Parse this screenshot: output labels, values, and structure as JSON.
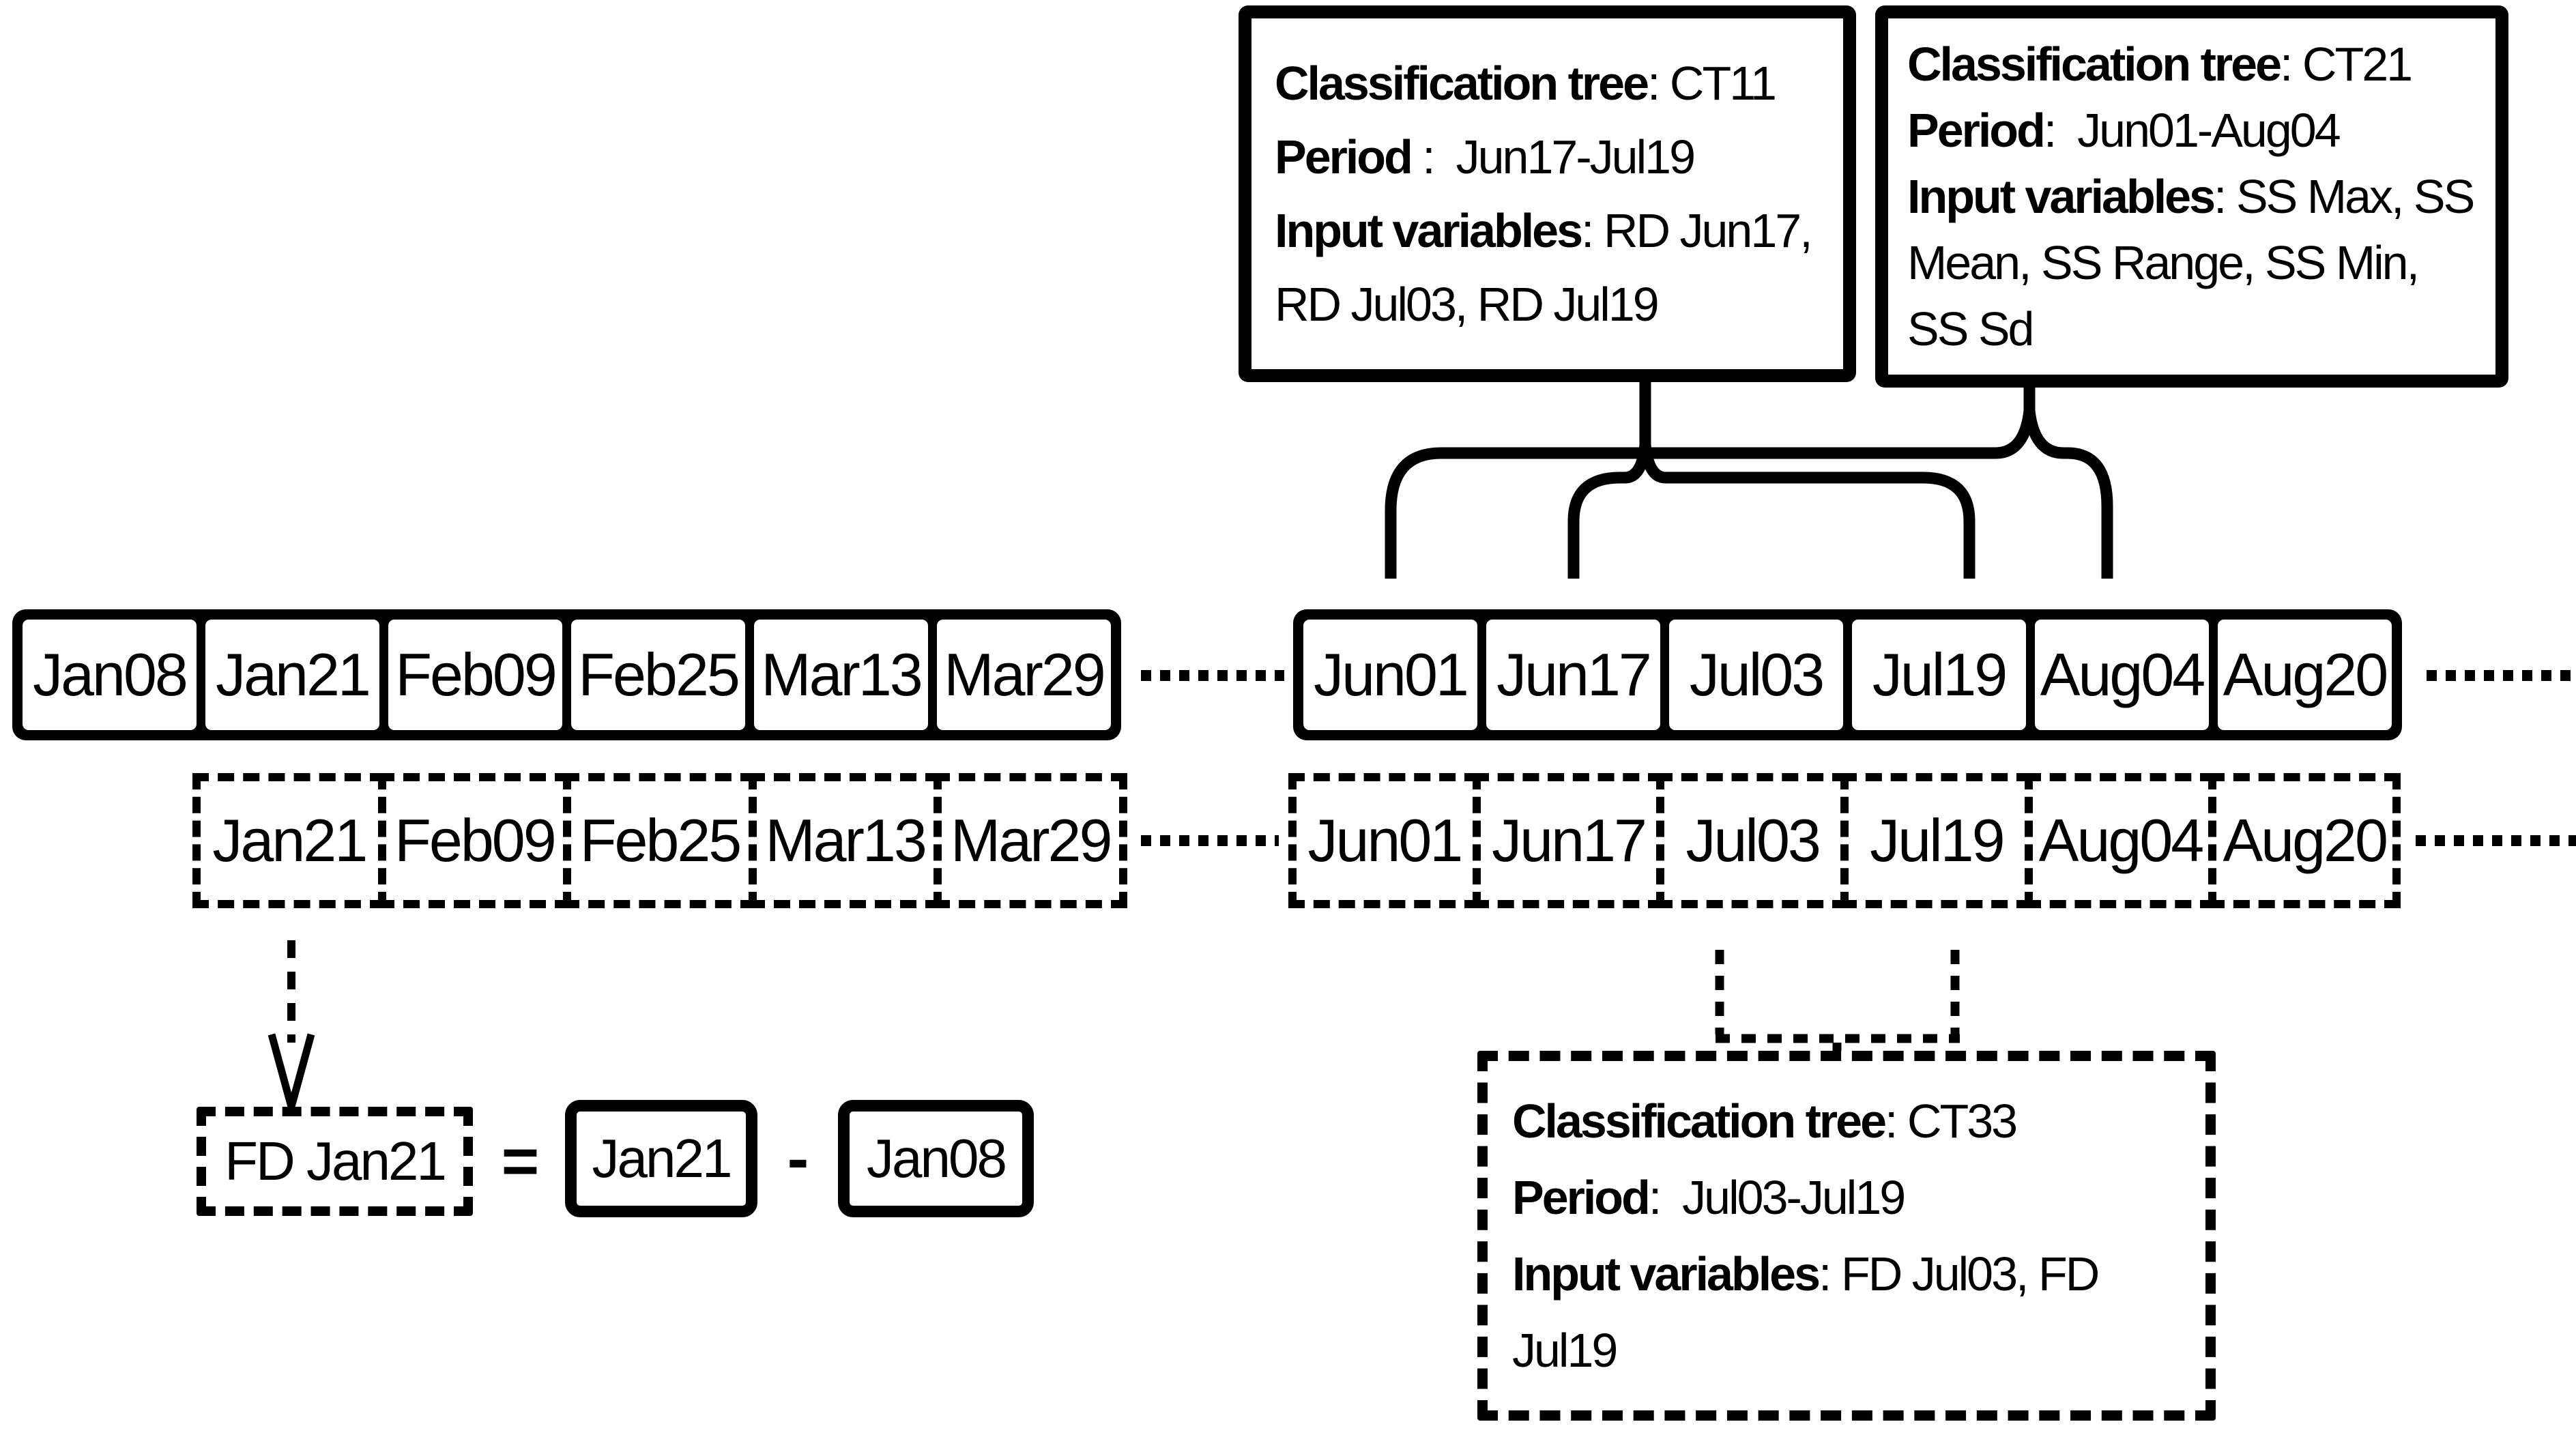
{
  "colors": {
    "ink": "#000000",
    "background": "#ffffff"
  },
  "boxes": {
    "ct11": {
      "rows": [
        {
          "label": "Classification tree",
          "value": ": CT11"
        },
        {
          "label": "Period",
          "value": " :  Jun17-Jul19"
        },
        {
          "label": "Input variables",
          "value": ": RD Jun17, RD Jul03, RD Jul19"
        }
      ]
    },
    "ct21": {
      "rows": [
        {
          "label": "Classification tree",
          "value": ": CT21"
        },
        {
          "label": "Period",
          "value": ":  Jun01-Aug04"
        },
        {
          "label": "Input variables",
          "value": ": SS Max, SS Mean, SS Range, SS Min, SS Sd"
        }
      ]
    },
    "ct33": {
      "rows": [
        {
          "label": "Classification tree",
          "value": ": CT33"
        },
        {
          "label": "Period",
          "value": ":  Jul03-Jul19"
        },
        {
          "label": "Input variables",
          "value": ": FD Jul03, FD Jul19"
        }
      ]
    }
  },
  "timeline": {
    "row1": {
      "left": [
        "Jan08",
        "Jan21",
        "Feb09",
        "Feb25",
        "Mar13",
        "Mar29"
      ],
      "right": [
        "Jun01",
        "Jun17",
        "Jul03",
        "Jul19",
        "Aug04",
        "Aug20"
      ]
    },
    "row2": {
      "left": [
        "Jan21",
        "Feb09",
        "Feb25",
        "Mar13",
        "Mar29"
      ],
      "right": [
        "Jun01",
        "Jun17",
        "Jul03",
        "Jul19",
        "Aug04",
        "Aug20"
      ]
    }
  },
  "equation": {
    "result": "FD Jan21",
    "equals": "=",
    "minuend": "Jan21",
    "minus": "-",
    "subtrahend": "Jan08"
  }
}
